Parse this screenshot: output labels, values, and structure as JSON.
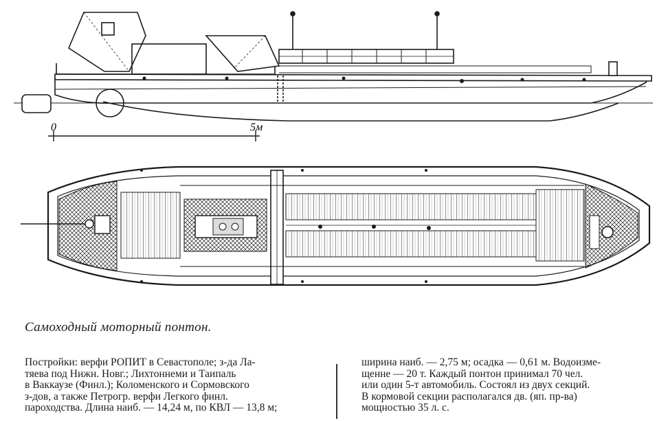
{
  "scale": {
    "zero": "0",
    "five": "5м"
  },
  "caption": "Самоходный моторный понтон.",
  "left_lines": [
    "Постройки: верфи РОПИТ в Севастополе; з-да Ла-",
    "тяева под Нижн. Новг.; Лихтоннеми и Таипаль",
    "в Ваккаузе (Финл.); Коломенского и Сормовского",
    "з-дов, а также Петрогр. верфи Легкого финл.",
    "пароходства. Длина наиб. — 14,24 м, по КВЛ — 13,8 м;"
  ],
  "right_lines": [
    "ширина наиб. — 2,75 м; осадка — 0,61 м. Водоизме-",
    "щенне — 20 т. Каждый понтон принимал 70 чел.",
    "или один 5-т автомобиль. Состоял из двух секций.",
    "В кормовой секции располагался дв. (яп. пр-ва)",
    "мощностью 35 л. с."
  ]
}
